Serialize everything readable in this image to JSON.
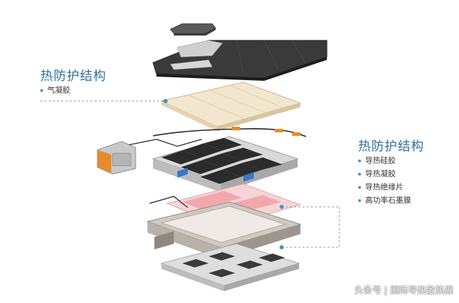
{
  "left_callout": {
    "title": "热防护结构",
    "items": [
      "气凝胶"
    ]
  },
  "right_callout": {
    "title": "热防护结构",
    "items": [
      "导热硅胶",
      "导热凝胶",
      "导热绝缘片",
      "高功率石墨膜"
    ]
  },
  "watermark": "头条号 | 国际导热散热展",
  "colors": {
    "title": "#2f6f9c",
    "bullet_dot": "#4a90c2",
    "aerogel": "#f3e6cf",
    "cell": "#2b2b2b",
    "pink_pad": "#f2a7ad",
    "tray": "#b9b2aa"
  }
}
